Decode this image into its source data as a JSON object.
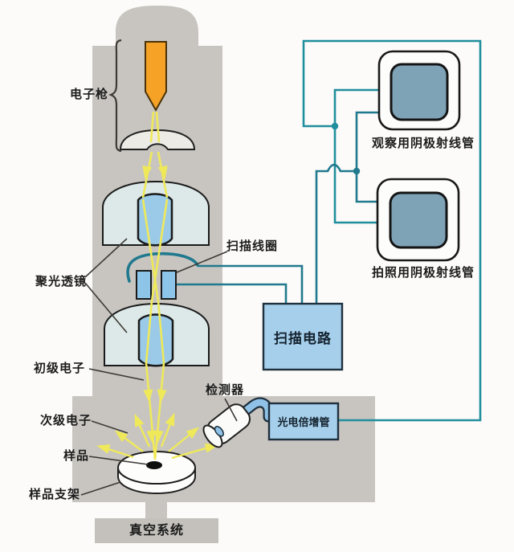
{
  "labels": {
    "electron_gun": "电子枪",
    "condenser_lens": "聚光透镜",
    "scan_coil": "扫描线圈",
    "primary_electrons": "初级电子",
    "secondary_electrons": "次级电子",
    "sample": "样品",
    "sample_holder": "样品支架",
    "detector": "检测器",
    "scan_circuit": "扫描电路",
    "photomultiplier": "光电倍增管",
    "crt_observation": "观察用阴极射线管",
    "crt_photography": "拍照用阴极射线管",
    "vacuum_system": "真空系统"
  },
  "colors": {
    "column_gray": "#C8C5C0",
    "lens_body": "#DCE9E8",
    "lens_bore": "#9BCAE8",
    "coil_blue": "#8CC5E8",
    "box_blue": "#A6CFEC",
    "crt_screen_blue": "#7EA2B6",
    "wire_teal_video": "#1F8E9D",
    "wire_teal_scan": "#20798E",
    "beam_yellow": "#EFE95A",
    "gun_orange": "#F5A226"
  }
}
